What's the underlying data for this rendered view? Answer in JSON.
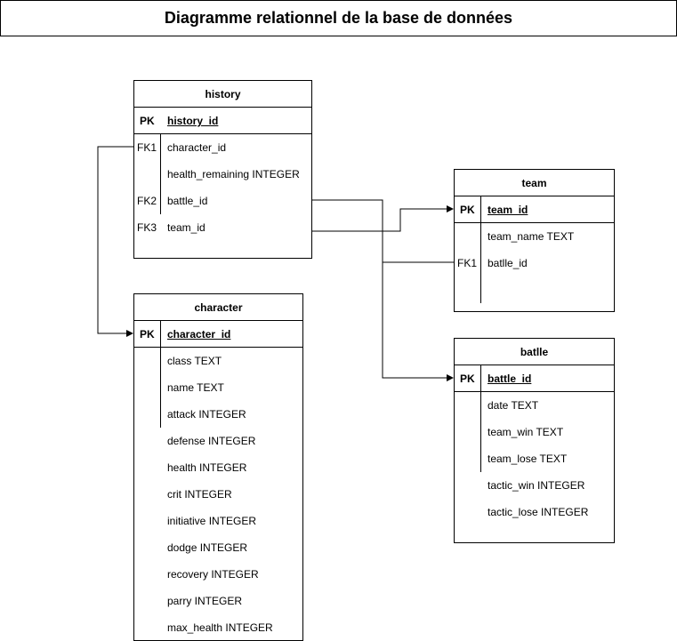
{
  "title": "Diagramme relationnel de la base de données",
  "entities": {
    "history": {
      "name": "history",
      "pk": {
        "key": "PK",
        "field": "history_id"
      },
      "fields": [
        {
          "key": "FK1",
          "field": "character_id"
        },
        {
          "key": "",
          "field": "health_remaining INTEGER"
        },
        {
          "key": "FK2",
          "field": "battle_id"
        },
        {
          "key": "FK3",
          "field": "team_id"
        }
      ]
    },
    "team": {
      "name": "team",
      "pk": {
        "key": "PK",
        "field": "team_id"
      },
      "fields": [
        {
          "key": "",
          "field": "team_name TEXT"
        },
        {
          "key": "FK1",
          "field": "batlle_id"
        }
      ]
    },
    "character": {
      "name": "character",
      "pk": {
        "key": "PK",
        "field": "character_id"
      },
      "fields": [
        {
          "key": "",
          "field": "class TEXT"
        },
        {
          "key": "",
          "field": "name TEXT"
        },
        {
          "key": "",
          "field": "attack INTEGER"
        },
        {
          "key": "",
          "field": "defense INTEGER"
        },
        {
          "key": "",
          "field": "health INTEGER"
        },
        {
          "key": "",
          "field": "crit INTEGER"
        },
        {
          "key": "",
          "field": "initiative INTEGER"
        },
        {
          "key": "",
          "field": "dodge INTEGER"
        },
        {
          "key": "",
          "field": "recovery INTEGER"
        },
        {
          "key": "",
          "field": "parry INTEGER"
        },
        {
          "key": "",
          "field": "max_health INTEGER"
        }
      ]
    },
    "batlle": {
      "name": "batlle",
      "pk": {
        "key": "PK",
        "field": "battle_id"
      },
      "fields": [
        {
          "key": "",
          "field": "date TEXT"
        },
        {
          "key": "",
          "field": "team_win TEXT"
        },
        {
          "key": "",
          "field": "team_lose TEXT"
        },
        {
          "key": "",
          "field": "tactic_win INTEGER"
        },
        {
          "key": "",
          "field": "tactic_lose INTEGER"
        }
      ]
    }
  }
}
